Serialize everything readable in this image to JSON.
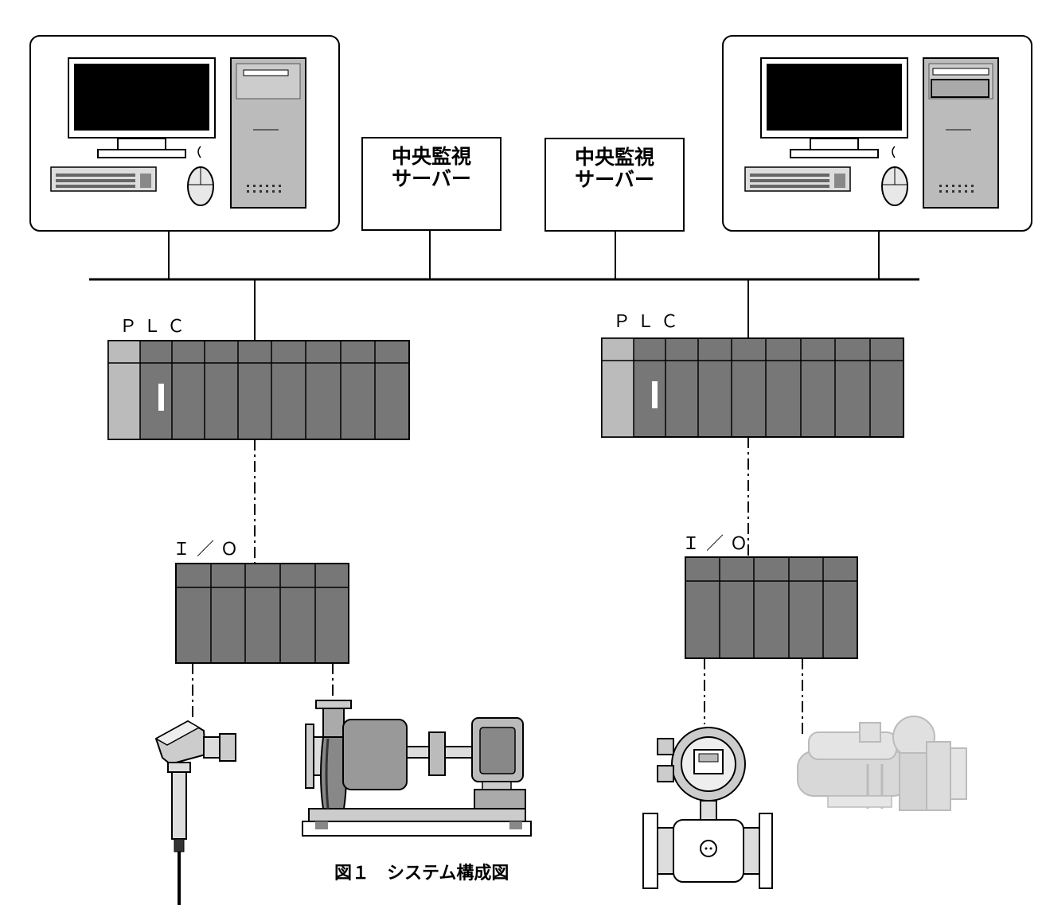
{
  "servers": [
    {
      "line1": "中央監視",
      "line2": "サーバー"
    },
    {
      "line1": "中央監視",
      "line2": "サーバー"
    }
  ],
  "plc": [
    {
      "label": "ＰＬＣ"
    },
    {
      "label": "ＰＬＣ"
    }
  ],
  "io": [
    {
      "label": "Ｉ／Ｏ"
    },
    {
      "label": "Ｉ／Ｏ"
    }
  ],
  "caption": "図１　システム構成図"
}
